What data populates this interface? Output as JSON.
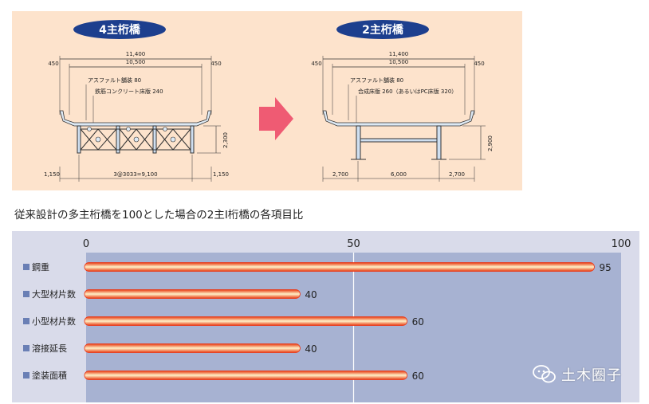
{
  "diagram": {
    "left": {
      "title": "4主桁橋",
      "total_width": "11,400",
      "deck_width": "10,500",
      "overhang_left": "450",
      "overhang_right": "450",
      "note1": "アスファルト舗装 80",
      "note2": "鉄筋コンクリート床版 240",
      "height": "2,300",
      "bottom_left": "1,150",
      "bottom_mid": "3@3033=9,100",
      "bottom_right": "1,150"
    },
    "right": {
      "title": "2主桁橋",
      "total_width": "11,400",
      "deck_width": "10,500",
      "overhang_left": "450",
      "overhang_right": "450",
      "note1": "アスファルト舗装 80",
      "note2": "合成床版 260（あるいはPC床版 320）",
      "height": "2,900",
      "bottom_left": "2,700",
      "bottom_mid": "6,000",
      "bottom_right": "2,700"
    }
  },
  "caption": "従来設計の多主桁橋を100とした場合の2主I桁橋の各項目比",
  "chart_data": {
    "type": "bar",
    "orientation": "horizontal",
    "categories": [
      "鋼重",
      "大型材片数",
      "小型材片数",
      "溶接延長",
      "塗装面積"
    ],
    "values": [
      95,
      40,
      60,
      40,
      60
    ],
    "xlim": [
      0,
      100
    ],
    "xticks": [
      0,
      50,
      100
    ],
    "bar_color": "#ee3311",
    "plot_bg": "#a7b2d2",
    "marker_color": "#6a7fb5"
  },
  "watermark": {
    "text": "土木圈子"
  }
}
